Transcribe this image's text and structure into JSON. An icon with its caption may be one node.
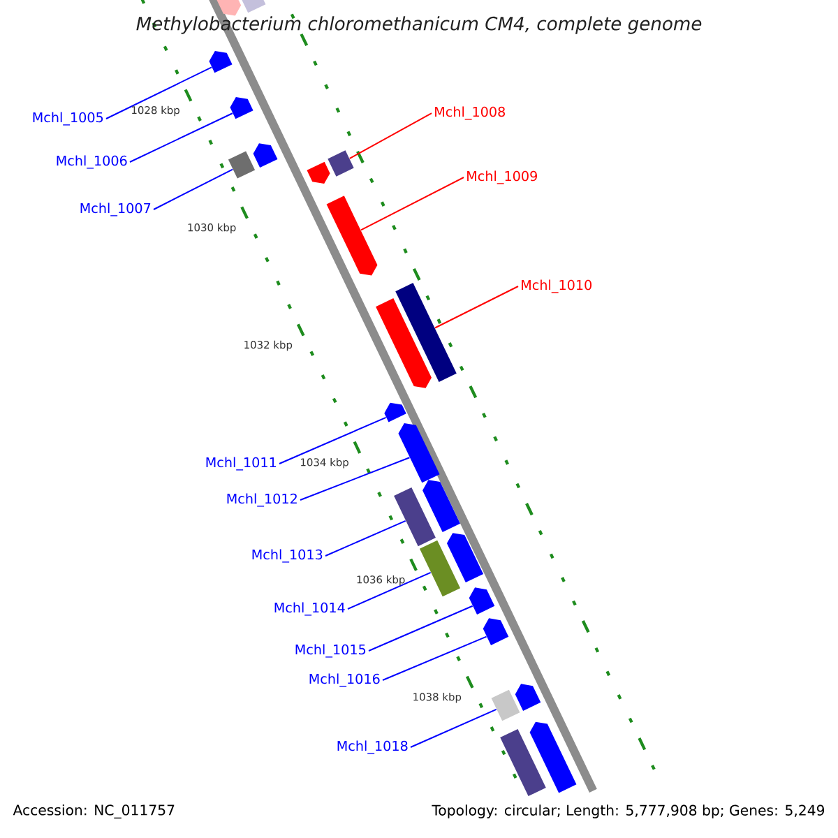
{
  "diagram": {
    "title": "Methylobacterium chloromethanicum CM4, complete genome",
    "nodes": [
      {
        "text": [
          "Mchl_1005"
        ]
      },
      {
        "text": [
          "Mchl_1006"
        ]
      },
      {
        "text": [
          "Mchl_1007"
        ]
      },
      {
        "text": [
          "Mchl_1008"
        ]
      },
      {
        "text": [
          "Mchl_1009"
        ]
      },
      {
        "text": [
          "Mchl_1010"
        ]
      },
      {
        "text": [
          "Mchl_1011"
        ]
      },
      {
        "text": [
          "Mchl_1012"
        ]
      },
      {
        "text": [
          "Mchl_1013"
        ]
      },
      {
        "text": [
          "Mchl_1014"
        ]
      },
      {
        "text": [
          "Mchl_1015"
        ]
      },
      {
        "text": [
          "Mchl_1016"
        ]
      },
      {
        "text": [
          "Mchl_1018"
        ]
      },
      {
        "text": [],
        "shape": "arrow"
      },
      {
        "text": [],
        "shape": "arrow"
      },
      {
        "text": [],
        "shape": "box"
      },
      {
        "text": [],
        "shape": "box"
      },
      {
        "text": [],
        "shape": "arrow"
      },
      {
        "text": [],
        "shape": "box"
      },
      {
        "text": [],
        "shape": "arrow"
      },
      {
        "text": [],
        "shape": "arrow"
      },
      {
        "text": [],
        "shape": "box"
      },
      {
        "text": [],
        "shape": "box"
      },
      {
        "text": [],
        "shape": "arrow"
      },
      {
        "text": [],
        "shape": "arrow"
      },
      {
        "text": [],
        "shape": "box"
      },
      {
        "text": [],
        "shape": "arrow"
      },
      {
        "text": [],
        "shape": "arrow"
      },
      {
        "text": [],
        "shape": "arrow"
      },
      {
        "text": [],
        "shape": "arrow"
      },
      {
        "text": [],
        "shape": "arrow"
      },
      {
        "text": [],
        "shape": "arrow"
      },
      {
        "text": [],
        "shape": "arrow"
      },
      {
        "text": [],
        "shape": "box"
      },
      {
        "text": [],
        "shape": "pentagon"
      },
      {
        "text": [],
        "shape": "box"
      }
    ],
    "edges": [
      {
        "from": 0,
        "to": 13,
        "arrow": "none"
      },
      {
        "from": 1,
        "to": 14,
        "arrow": "none"
      },
      {
        "from": 2,
        "to": 15,
        "arrow": "none"
      },
      {
        "from": 3,
        "to": 16,
        "arrow": "none",
        "color": "#ff0000"
      },
      {
        "from": 4,
        "to": 17,
        "arrow": "none",
        "color": "#ff0000"
      },
      {
        "from": 5,
        "to": 18,
        "arrow": "none",
        "color": "#ff0000"
      },
      {
        "from": 6,
        "to": 19,
        "arrow": "none"
      },
      {
        "from": 7,
        "to": 20,
        "arrow": "none"
      },
      {
        "from": 8,
        "to": 21,
        "arrow": "none"
      },
      {
        "from": 9,
        "to": 22,
        "arrow": "none"
      },
      {
        "from": 10,
        "to": 23,
        "arrow": "none"
      },
      {
        "from": 11,
        "to": 24,
        "arrow": "none"
      },
      {
        "from": 12,
        "to": 25,
        "arrow": "none"
      }
    ],
    "labels": [
      "1028 kbp",
      "1030 kbp",
      "1032 kbp",
      "1034 kbp",
      "1036 kbp",
      "1038 kbp",
      "Accession: NC_011757",
      "Topology: circular; Length: 5,777,908 bp; Genes: 5,249"
    ]
  }
}
